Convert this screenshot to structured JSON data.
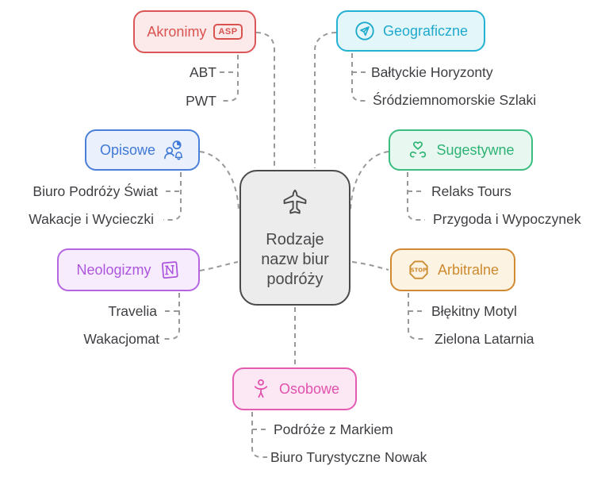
{
  "diagram": {
    "center": {
      "title_lines": [
        "Rodzaje",
        "nazw biur",
        "podróży"
      ],
      "icon": "airplane-icon",
      "accent": "#4a4a4a",
      "bg": "#ececec"
    },
    "nodes": {
      "akronimy": {
        "label": "Akronimy",
        "icon": "asp-badge-icon",
        "icon_text": "ASP",
        "accent": "#d9534f",
        "bg": "#fceaea",
        "items": [
          "ABT",
          "PWT"
        ]
      },
      "geograficzne": {
        "label": "Geograficzne",
        "icon": "paper-plane-icon",
        "accent": "#1fa9cc",
        "bg": "#e3f7fb",
        "items": [
          "Bałtyckie Horyzonty",
          "Śródziemnomorskie Szlaki"
        ]
      },
      "opisowe": {
        "label": "Opisowe",
        "icon": "user-chart-bell-icon",
        "accent": "#3f78d6",
        "bg": "#eaf1fc",
        "items": [
          "Biuro Podróży Świat",
          "Wakacje i Wycieczki"
        ]
      },
      "sugestywne": {
        "label": "Sugestywne",
        "icon": "hands-heart-icon",
        "accent": "#2eb374",
        "bg": "#e8f8f0",
        "items": [
          "Relaks Tours",
          "Przygoda i Wypoczynek"
        ]
      },
      "neologizmy": {
        "label": "Neologizmy",
        "icon": "notion-n-icon",
        "accent": "#ad56dd",
        "bg": "#f7ecfd",
        "items": [
          "Travelia",
          "Wakacjomat"
        ]
      },
      "arbitralne": {
        "label": "Arbitralne",
        "icon": "stop-sign-icon",
        "icon_text": "STOP",
        "accent": "#cd8a2f",
        "bg": "#fdf3e3",
        "items": [
          "Błękitny Motyl",
          "Zielona Latarnia"
        ]
      },
      "osobowe": {
        "label": "Osobowe",
        "icon": "child-figure-icon",
        "accent": "#e150ab",
        "bg": "#fce8f5",
        "items": [
          "Podróże z Markiem",
          "Biuro Turystyczne Nowak"
        ]
      }
    },
    "connector_color": "#999999"
  }
}
